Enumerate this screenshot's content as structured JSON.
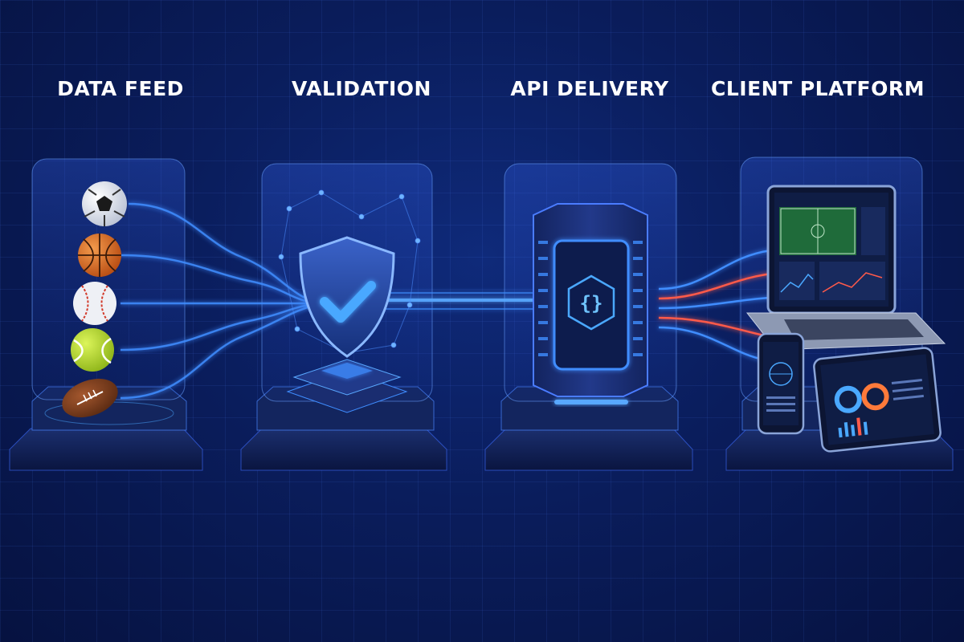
{
  "stages": [
    {
      "id": "data-feed",
      "title": "DATA FEED",
      "icon": "sports-balls-icon"
    },
    {
      "id": "validation",
      "title": "VALIDATION",
      "icon": "shield-check-icon"
    },
    {
      "id": "api-delivery",
      "title": "API DELIVERY",
      "icon": "server-code-icon"
    },
    {
      "id": "client-platform",
      "title": "CLIENT PLATFORM",
      "icon": "devices-icon"
    }
  ],
  "colors": {
    "background": "#0a1d5c",
    "glow": "#2f7bff",
    "accent": "#4aa8ff",
    "alert": "#ff5a4a"
  }
}
